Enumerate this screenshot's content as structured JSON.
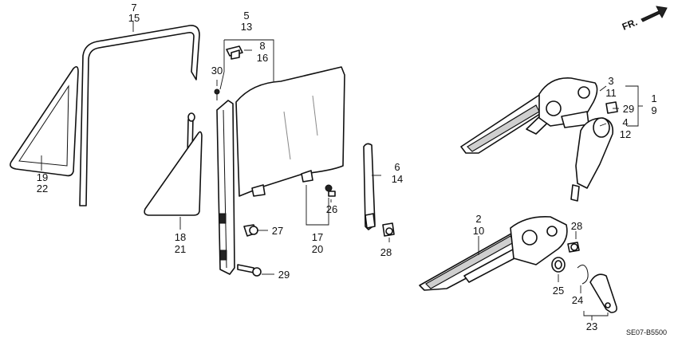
{
  "diagram": {
    "direction_label": "FR.",
    "figure_code": "SE07-B5500",
    "callouts": {
      "c7": "7",
      "c15": "15",
      "c5": "5",
      "c13": "13",
      "c8": "8",
      "c16": "16",
      "c30": "30",
      "c19": "19",
      "c22": "22",
      "c18": "18",
      "c21": "21",
      "c27": "27",
      "c29a": "29",
      "c6": "6",
      "c14": "14",
      "c26": "26",
      "c17": "17",
      "c20": "20",
      "c28a": "28",
      "c3": "3",
      "c11": "11",
      "c1": "1",
      "c9": "9",
      "c29b": "29",
      "c4": "4",
      "c12": "12",
      "c2": "2",
      "c10": "10",
      "c28b": "28",
      "c25": "25",
      "c24": "24",
      "c23": "23"
    }
  }
}
